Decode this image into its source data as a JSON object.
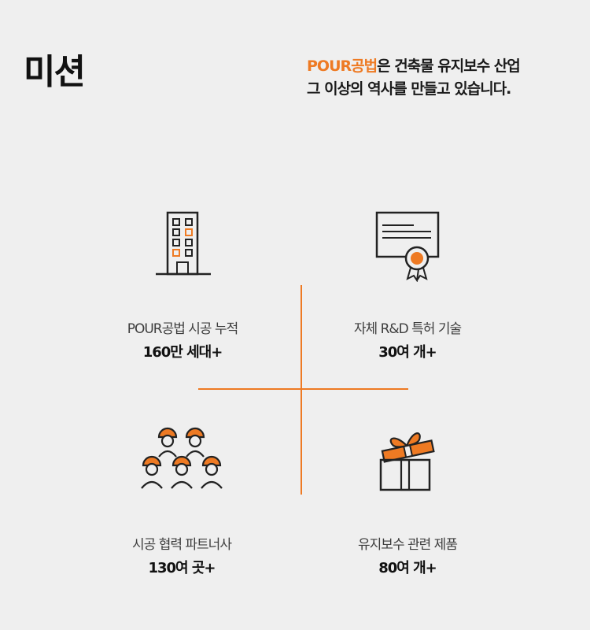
{
  "header": {
    "title": "미션",
    "tagline_accent": "POUR공법",
    "tagline_rest_line1": "은 건축물 유지보수 산업",
    "tagline_line2": "그 이상의 역사를 만들고 있습니다."
  },
  "stats": [
    {
      "icon": "building-icon",
      "label": "POUR공법 시공 누적",
      "value": "160만 세대+"
    },
    {
      "icon": "certificate-icon",
      "label": "자체 R&D 특허 기술",
      "value": "30여 개+"
    },
    {
      "icon": "workers-icon",
      "label": "시공 협력 파트너사",
      "value": "130여 곳+"
    },
    {
      "icon": "gift-icon",
      "label": "유지보수 관련 제품",
      "value": "80여 개+"
    }
  ],
  "colors": {
    "accent": "#ee7a23",
    "background": "#efefef",
    "text": "#1a1a1a"
  }
}
